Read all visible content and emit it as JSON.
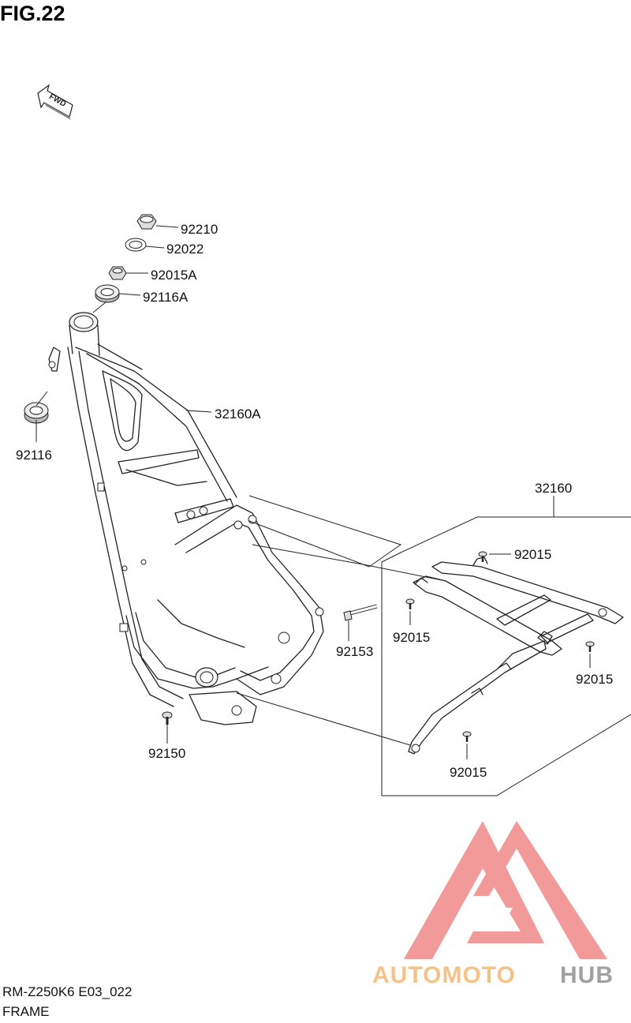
{
  "figure": {
    "title": "FIG.22",
    "model_code": "RM-Z250K6 E03_022",
    "section_name": "FRAME",
    "direction_label": "FWD"
  },
  "parts": [
    {
      "id": "p92210",
      "number": "92210"
    },
    {
      "id": "p92022",
      "number": "92022"
    },
    {
      "id": "p92015A",
      "number": "92015A"
    },
    {
      "id": "p92116A",
      "number": "92116A"
    },
    {
      "id": "p32160A",
      "number": "32160A"
    },
    {
      "id": "p92116",
      "number": "92116"
    },
    {
      "id": "p32160",
      "number": "32160"
    },
    {
      "id": "p92015_top",
      "number": "92015"
    },
    {
      "id": "p92015_left",
      "number": "92015"
    },
    {
      "id": "p92015_right",
      "number": "92015"
    },
    {
      "id": "p92015_bottom",
      "number": "92015"
    },
    {
      "id": "p92153",
      "number": "92153"
    },
    {
      "id": "p92150",
      "number": "92150"
    }
  ],
  "watermark": {
    "text_part1": "AUTOMOTO",
    "text_part2": "HUB",
    "color_primary": "#f08080",
    "color_secondary": "#f5c06a",
    "color_tertiary": "#8a8a8a"
  }
}
